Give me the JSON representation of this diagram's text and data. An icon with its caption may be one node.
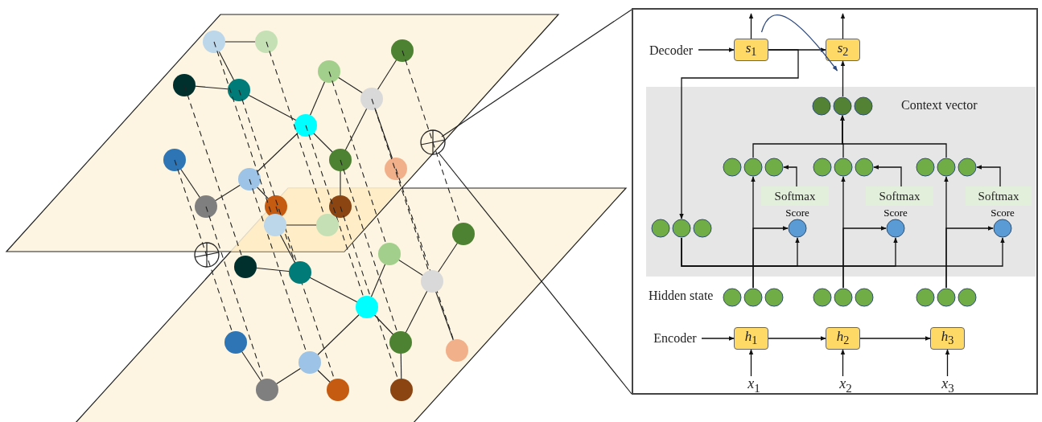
{
  "diagram": {
    "nodes": [
      {
        "text": [
          "Decoder"
        ]
      },
      {
        "text": [
          "*s*$_{1}$"
        ]
      },
      {
        "text": [
          "*s*$_{2}$"
        ]
      },
      {
        "text": [],
        "shape": "box"
      },
      {
        "text": [],
        "shape": "circle",
        "in": 3,
        "beside": [
          "Context vector"
        ]
      },
      {
        "text": [],
        "shape": "circle",
        "in": 3
      },
      {
        "text": [],
        "shape": "circle",
        "in": 3
      },
      {
        "text": [],
        "shape": "circle",
        "in": 3
      },
      {
        "text": [
          "Softmax"
        ],
        "in": 3
      },
      {
        "text": [
          "Softmax"
        ],
        "in": 3
      },
      {
        "text": [
          "Softmax"
        ],
        "in": 3
      },
      {
        "text": [],
        "shape": "circle",
        "in": 3
      },
      {
        "text": [
          "Score"
        ],
        "in": 3
      },
      {
        "text": [
          "Score"
        ],
        "in": 3
      },
      {
        "text": [
          "Score"
        ],
        "in": 3
      },
      {
        "text": [],
        "shape": "circle"
      },
      {
        "text": [],
        "shape": "circle"
      },
      {
        "text": [],
        "shape": "circle"
      },
      {
        "text": [
          "Encoder"
        ]
      },
      {
        "text": [
          "*h*$_{1}$"
        ]
      },
      {
        "text": [
          "*h*$_{2}$"
        ]
      },
      {
        "text": [
          "*h*$_{3}$"
        ]
      },
      {
        "text": [
          "*x*$_{1}$"
        ]
      },
      {
        "text": [
          "*x*$_{2}$"
        ]
      },
      {
        "text": [
          "*x*$_{3}$"
        ]
      }
    ],
    "edges": [
      {
        "from": 0,
        "to": 1,
        "arrow": "to"
      },
      {
        "from": 1,
        "to": null,
        "arrow": "to"
      },
      {
        "from": 2,
        "to": null,
        "arrow": "to"
      },
      {
        "from": 1,
        "to": 2,
        "arrow": "to"
      },
      {
        "from": 1,
        "to": 2,
        "arrow": "to",
        "color": "#2e4a7d"
      },
      {
        "from": 1,
        "to": 11,
        "arrow": "to"
      },
      {
        "from": 11,
        "to": 12,
        "arrow": "to"
      },
      {
        "from": 11,
        "to": 13,
        "arrow": "to"
      },
      {
        "from": 11,
        "to": 14,
        "arrow": "to"
      },
      {
        "from": 15,
        "to": 5,
        "arrow": "to"
      },
      {
        "from": 15,
        "to": 12,
        "arrow": "to"
      },
      {
        "from": 16,
        "to": 6,
        "arrow": "to"
      },
      {
        "from": 16,
        "to": 13,
        "arrow": "to"
      },
      {
        "from": 17,
        "to": 7,
        "arrow": "to"
      },
      {
        "from": 17,
        "to": 14,
        "arrow": "to"
      },
      {
        "from": 8,
        "to": 5,
        "arrow": "to"
      },
      {
        "from": 9,
        "to": 6,
        "arrow": "to"
      },
      {
        "from": 10,
        "to": 7,
        "arrow": "to"
      },
      {
        "from": 5,
        "to": 4,
        "arrow": "to"
      },
      {
        "from": 6,
        "to": 4,
        "arrow": "to"
      },
      {
        "from": 7,
        "to": 4,
        "arrow": "to"
      },
      {
        "from": 4,
        "to": 2,
        "arrow": "to"
      },
      {
        "from": 18,
        "to": 19,
        "arrow": "to"
      },
      {
        "from": 19,
        "to": 20,
        "arrow": "to"
      },
      {
        "from": 20,
        "to": 21,
        "arrow": "to"
      },
      {
        "from": 22,
        "to": 19,
        "arrow": "to"
      },
      {
        "from": 23,
        "to": 20,
        "arrow": "to"
      },
      {
        "from": 24,
        "to": 21,
        "arrow": "to"
      }
    ],
    "labels": [
      "Hidden state"
    ]
  }
}
